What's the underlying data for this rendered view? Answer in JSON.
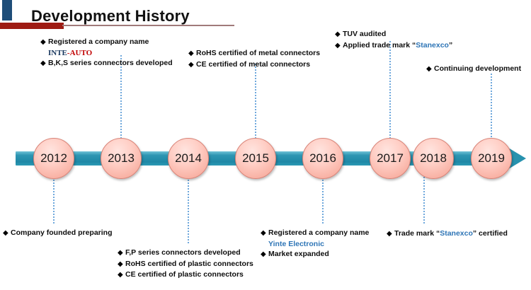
{
  "header": {
    "title": "Development History"
  },
  "timeline": {
    "bar_color": "#2792AE",
    "node_fill": "#FFCFC6",
    "node_border": "#D98377",
    "connector_color": "#6FA8DC",
    "arrow": "right-arrow",
    "nodes": [
      {
        "year": "2012"
      },
      {
        "year": "2013"
      },
      {
        "year": "2014"
      },
      {
        "year": "2015"
      },
      {
        "year": "2016"
      },
      {
        "year": "2017"
      },
      {
        "year": "2018"
      },
      {
        "year": "2019"
      }
    ]
  },
  "annotations": {
    "a2012_below": {
      "year": "2012",
      "position": "below",
      "items": [
        {
          "bullet": "◆",
          "text": "Company founded preparing"
        }
      ]
    },
    "a2013_above": {
      "year": "2013",
      "position": "above",
      "items": [
        {
          "bullet": "◆",
          "text": "Registered a company name"
        },
        {
          "bullet": "",
          "logo": {
            "part1": "INTE",
            "dash": "-",
            "part2": "AUTO"
          }
        },
        {
          "bullet": "◆",
          "text": "B,K,S series connectors developed"
        }
      ]
    },
    "a2014_below": {
      "year": "2014",
      "position": "below",
      "items": [
        {
          "bullet": "◆",
          "text": "F,P series connectors developed"
        },
        {
          "bullet": "◆",
          "text": "RoHS certified of plastic connectors"
        },
        {
          "bullet": "◆",
          "text": "CE certified of plastic connectors"
        }
      ]
    },
    "a2015_above": {
      "year": "2015",
      "position": "above",
      "items": [
        {
          "bullet": "◆",
          "text": "RoHS certified of metal connectors"
        },
        {
          "bullet": "◆",
          "text": "CE certified of metal connectors"
        }
      ]
    },
    "a2016_below": {
      "year": "2016",
      "position": "below",
      "items": [
        {
          "bullet": "◆",
          "text": "Registered a company name"
        },
        {
          "bullet": "",
          "highlight": "Yinte Electronic"
        },
        {
          "bullet": "◆",
          "text": "Market expanded"
        }
      ]
    },
    "a2017_above": {
      "year": "2017",
      "position": "above",
      "items": [
        {
          "bullet": "◆",
          "text": "TUV audited"
        },
        {
          "bullet": "◆",
          "prefix": "Applied trade mark “",
          "highlight": "Stanexco",
          "suffix": "”"
        }
      ]
    },
    "a2018_below": {
      "year": "2018",
      "position": "below",
      "items": [
        {
          "bullet": "◆",
          "prefix": "Trade mark “",
          "highlight": "Stanexco",
          "suffix": "” certified"
        }
      ]
    },
    "a2019_above": {
      "year": "2019",
      "position": "above",
      "items": [
        {
          "bullet": "◆",
          "text": "Continuing development"
        }
      ]
    }
  },
  "colors": {
    "accent_blue": "#1F4E79",
    "accent_red": "#9E1B13",
    "rule": "#A07A7A",
    "highlight_blue": "#2E75B6",
    "logo_navy": "#17365D",
    "logo_red": "#C00000"
  }
}
